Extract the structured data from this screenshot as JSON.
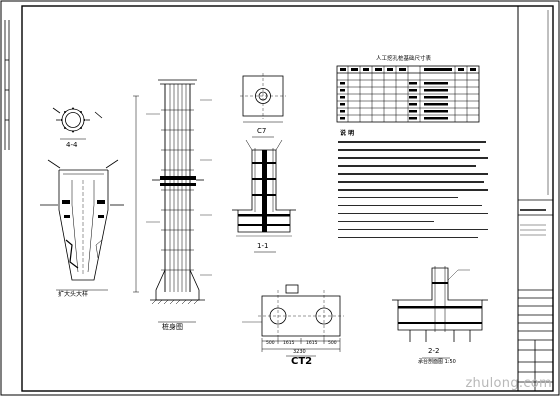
{
  "drawing": {
    "section_44_label": "4-4",
    "pile_bottom_label": "扩大头大样",
    "pile_elevation_label": "桩身图",
    "c7_label": "C7",
    "section_11_label": "1-1",
    "ct2_label": "CT2",
    "section_22_label": "2-2",
    "section_22_caption": "承台剖面图 1:50",
    "dim_total": "3230",
    "dim_segments": [
      "500",
      "1615",
      "1615",
      "500"
    ],
    "table_title": "人工挖孔桩基础尺寸表",
    "notes_heading": "说 明",
    "watermark": "zhulong.com"
  }
}
